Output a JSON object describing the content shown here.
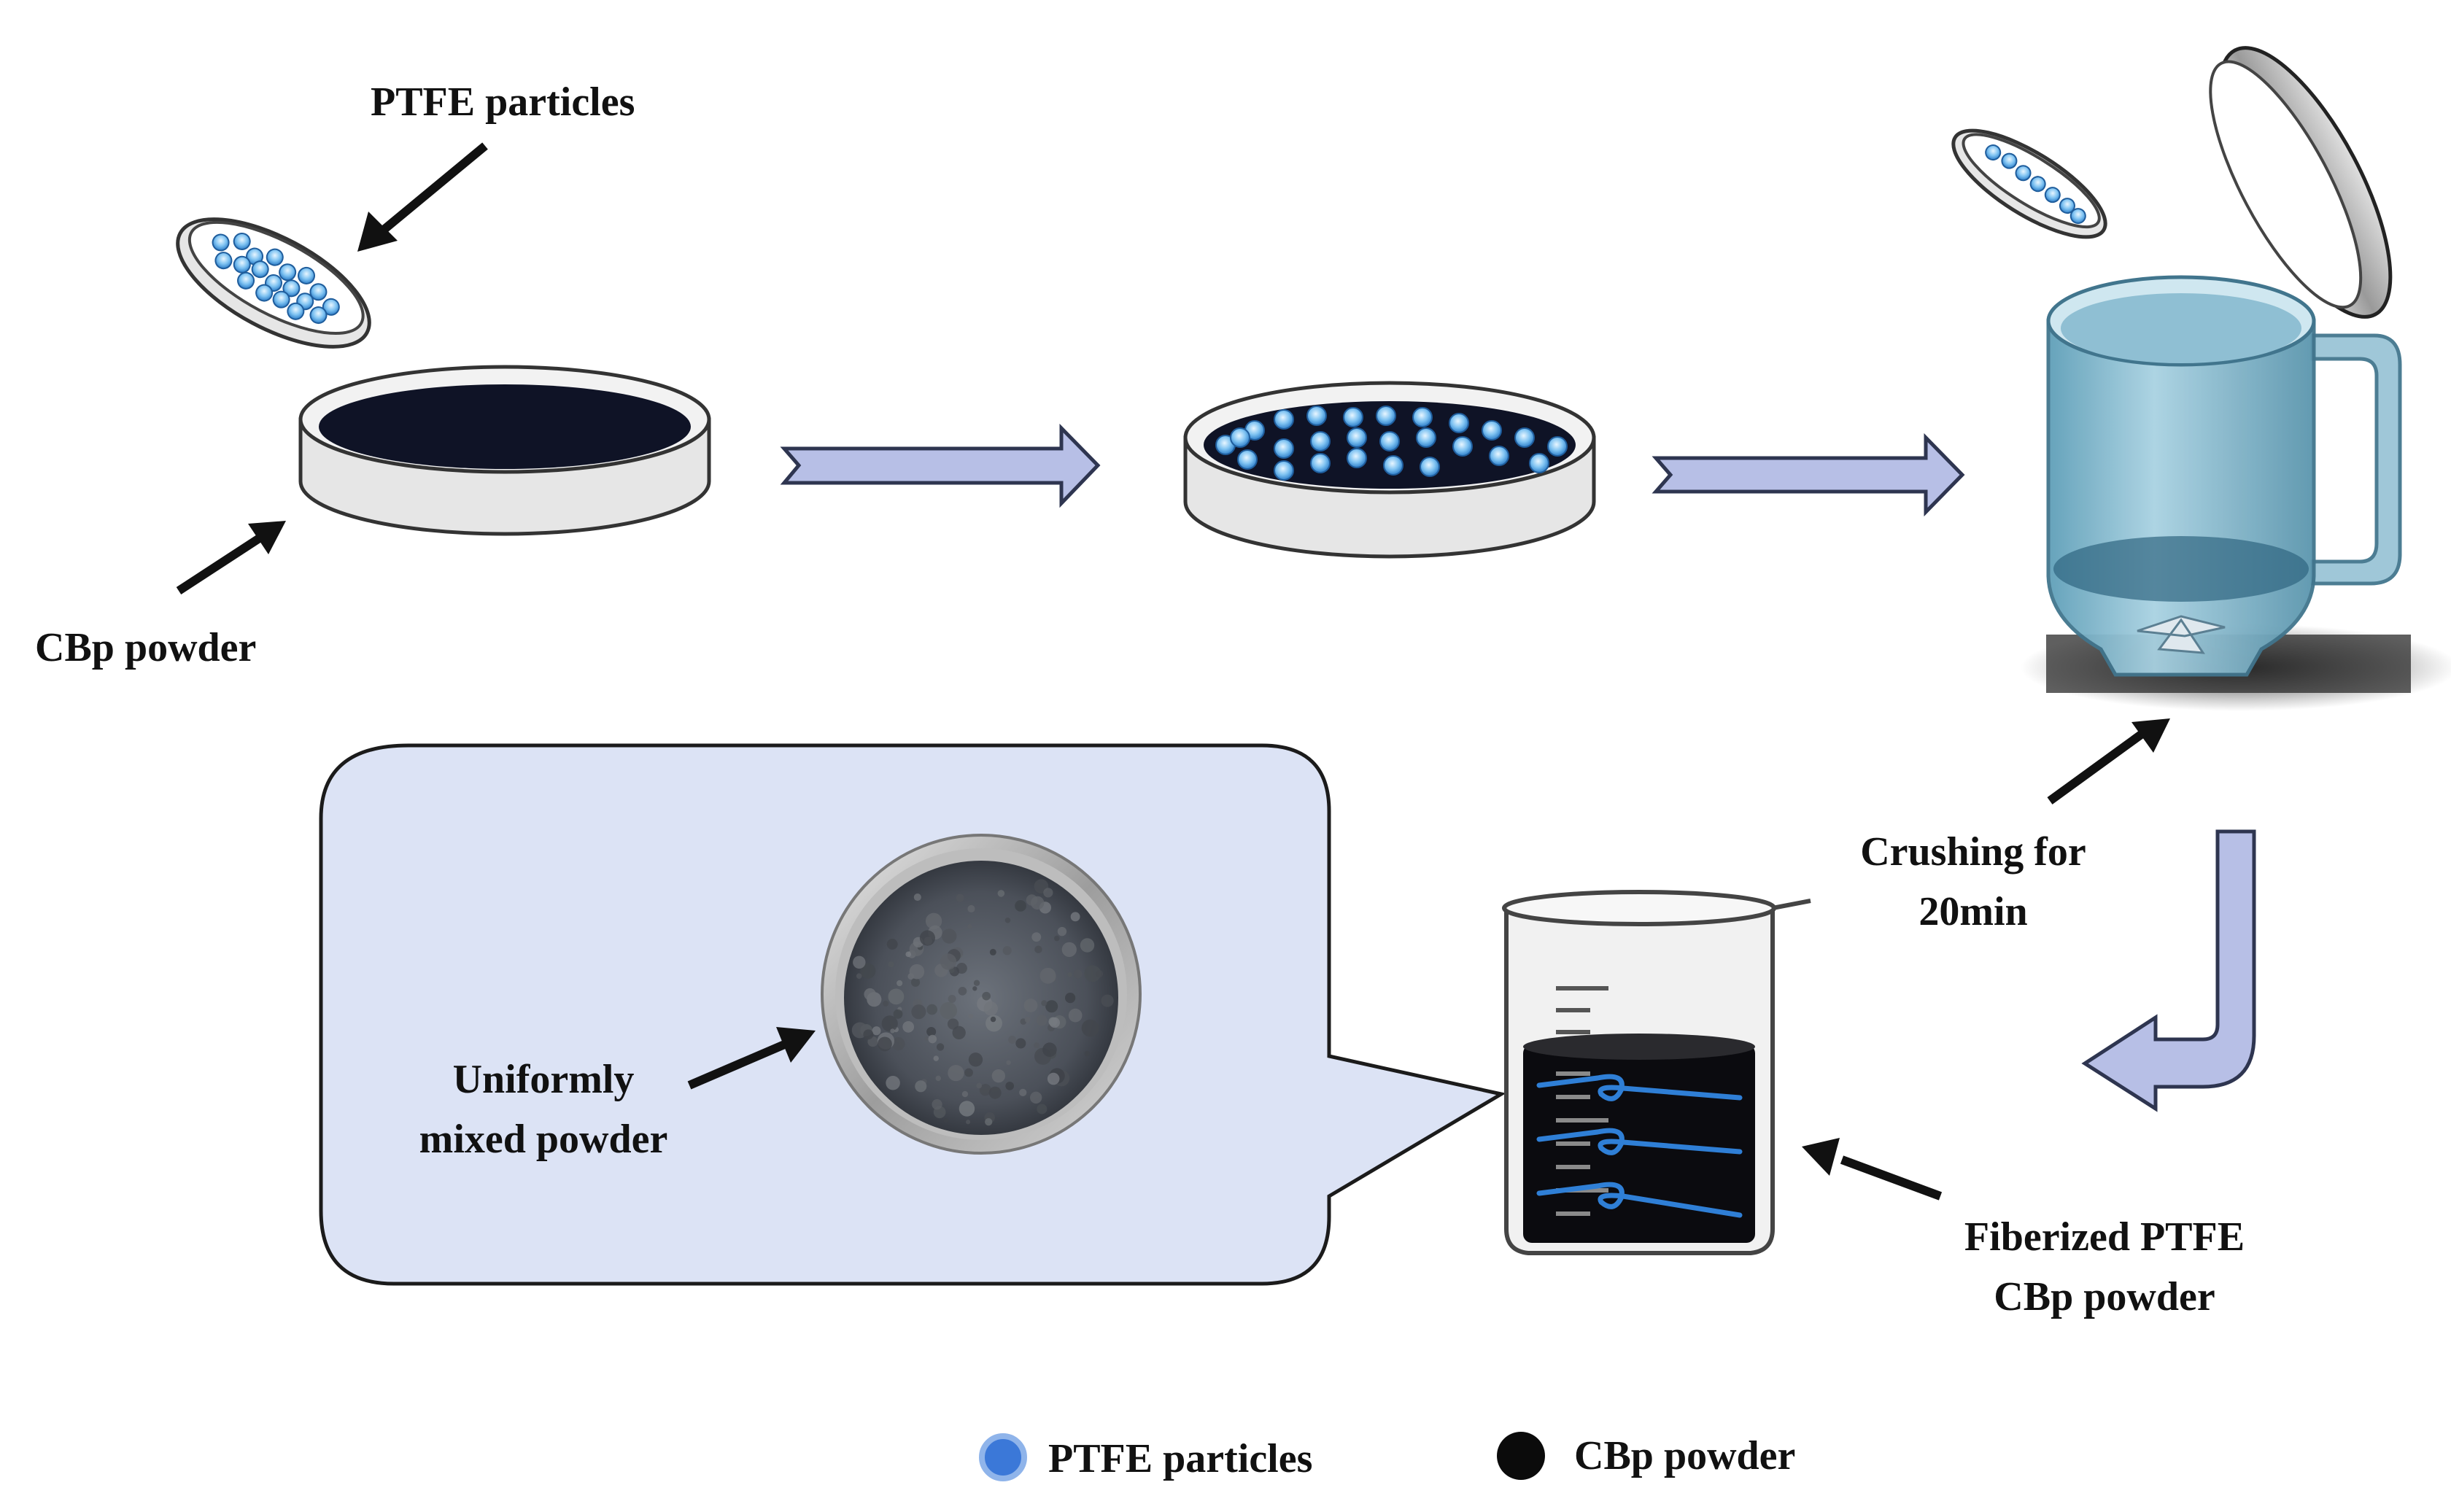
{
  "labels": {
    "ptfe_particles": "PTFE particles",
    "cbp_powder": "CBp powder",
    "crushing_line1": "Crushing for",
    "crushing_line2": "20min",
    "fiberized_line1": "Fiberized PTFE",
    "fiberized_line2": "CBp powder",
    "uniform_line1": "Uniformly",
    "uniform_line2": "mixed powder"
  },
  "legend": {
    "items": [
      {
        "label": "PTFE particles",
        "color": "#3b78d8"
      },
      {
        "label": "CBp powder",
        "color": "#0b0b0b"
      }
    ]
  },
  "colors": {
    "arrow_fill": "#b7bfe6",
    "arrow_stroke": "#2e3550",
    "callout_fill": "#dce3f5",
    "particle": "#6fb7f0",
    "powder": "#101426"
  }
}
